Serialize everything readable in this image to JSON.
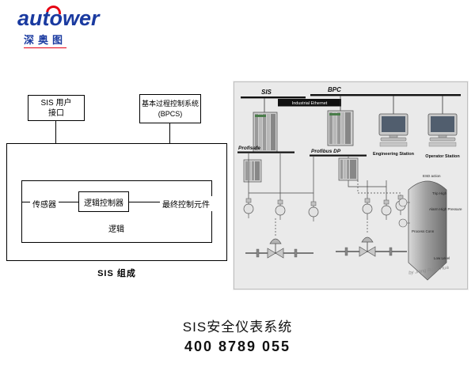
{
  "colors": {
    "brand_blue": "#1a3aa0",
    "brand_red": "#e60012",
    "diagram_bg": "#eaeaea"
  },
  "logo": {
    "brand": "autower",
    "subtitle": "深奥图"
  },
  "block_diagram": {
    "user_interface": {
      "line1": "SIS 用户",
      "line2": "接口"
    },
    "bpcs": {
      "line1": "基本过程控制系统",
      "line2": "(BPCS)"
    },
    "sensor": "传感器",
    "logic_controller": "逻辑控制器",
    "final_element": "最终控制元件",
    "logic": "逻辑",
    "caption": "SIS 组成"
  },
  "system_diagram": {
    "sis": "SIS",
    "bpc": "BPC",
    "industrial_ethernet": "Industrial Ethernet",
    "profisafe": "Profisafe",
    "profibus_dp": "Profibus DP",
    "engineering_station": "Engineering Station",
    "operator_station": "Operator Station",
    "vessel": {
      "esd": "ESD action",
      "trip": "Trip High",
      "alarm": "Alarm High Pressure",
      "process": "Process Conn",
      "low_level": "Low Level",
      "watermark": "by Jiang Rong Hua"
    }
  },
  "footer": {
    "title": "SIS安全仪表系统",
    "phone": "400 8789 055"
  }
}
